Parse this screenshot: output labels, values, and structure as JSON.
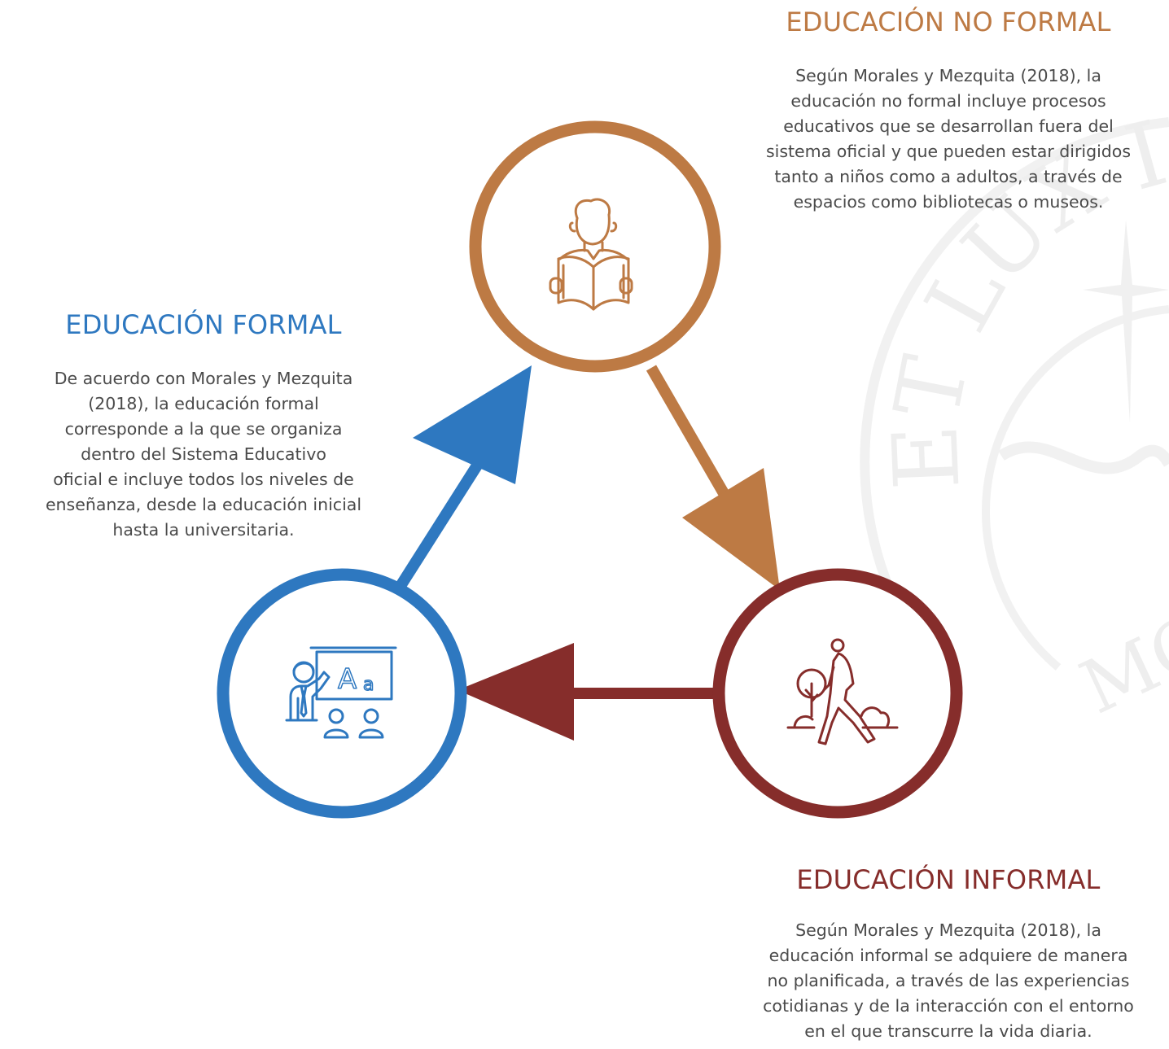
{
  "colors": {
    "formal": "#2e78c0",
    "no_formal": "#bd7a44",
    "informal": "#862d2b",
    "text": "#4a4a4a",
    "watermark": "#f0f0f0"
  },
  "watermark": {
    "text_arc": "ET LUX IN",
    "text_bottom": "MO"
  },
  "nodes": {
    "no_formal": {
      "title": "EDUCACIÓN NO FORMAL",
      "icon": "reading-person-icon",
      "desc_lines": [
        "Según Morales y Mezquita (2018), la",
        "educación no formal incluye procesos",
        "educativos que se desarrollan fuera del",
        "sistema oficial y que pueden estar dirigidos",
        "tanto a niños como a adultos, a través de",
        "espacios como bibliotecas o museos."
      ]
    },
    "formal": {
      "title": "EDUCACIÓN FORMAL",
      "icon": "teacher-classroom-icon",
      "desc_lines": [
        "De acuerdo con Morales y Mezquita",
        "(2018), la educación formal",
        "corresponde a la que se organiza",
        "dentro del Sistema Educativo",
        "oficial e incluye todos los niveles de",
        "enseñanza, desde la educación inicial",
        "hasta la universitaria."
      ]
    },
    "informal": {
      "title": "EDUCACIÓN INFORMAL",
      "icon": "walking-person-icon",
      "desc_lines": [
        "Según Morales y Mezquita (2018), la",
        "educación informal se adquiere de manera",
        "no planificada, a través de las experiencias",
        "cotidianas y de la interacción con el entorno",
        "en el que transcurre la vida diaria."
      ]
    }
  },
  "arrows": [
    {
      "from": "formal",
      "to": "no_formal",
      "color": "formal"
    },
    {
      "from": "no_formal",
      "to": "informal",
      "color": "no_formal"
    },
    {
      "from": "informal",
      "to": "formal",
      "color": "informal"
    }
  ]
}
